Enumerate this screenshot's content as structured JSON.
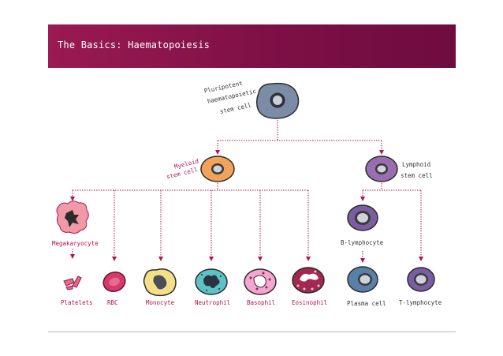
{
  "header": {
    "title": "The Basics: Haematopoiesis"
  },
  "colors": {
    "accent": "#8a1550",
    "arrow": "#b3124f"
  },
  "labels": {
    "pluripotent_line1": "Pluripotent",
    "pluripotent_line2": "haematopoietic",
    "pluripotent_line3": "stem cell",
    "myeloid_line1": "Myeloid",
    "myeloid_line2": "stem cell",
    "lymphoid_line1": "Lymphoid",
    "lymphoid_line2": "stem cell",
    "megakaryocyte": "Megakaryocyte",
    "b_lymphocyte": "B-lymphocyte",
    "platelets": "Platelets",
    "rbc": "RBC",
    "monocyte": "Monocyte",
    "neutrophil": "Neutrophil",
    "basophil": "Basophil",
    "eosinophil": "Eosinophil",
    "plasma_cell": "Plasma cell",
    "t_lymphocyte": "T-lymphocyte"
  }
}
